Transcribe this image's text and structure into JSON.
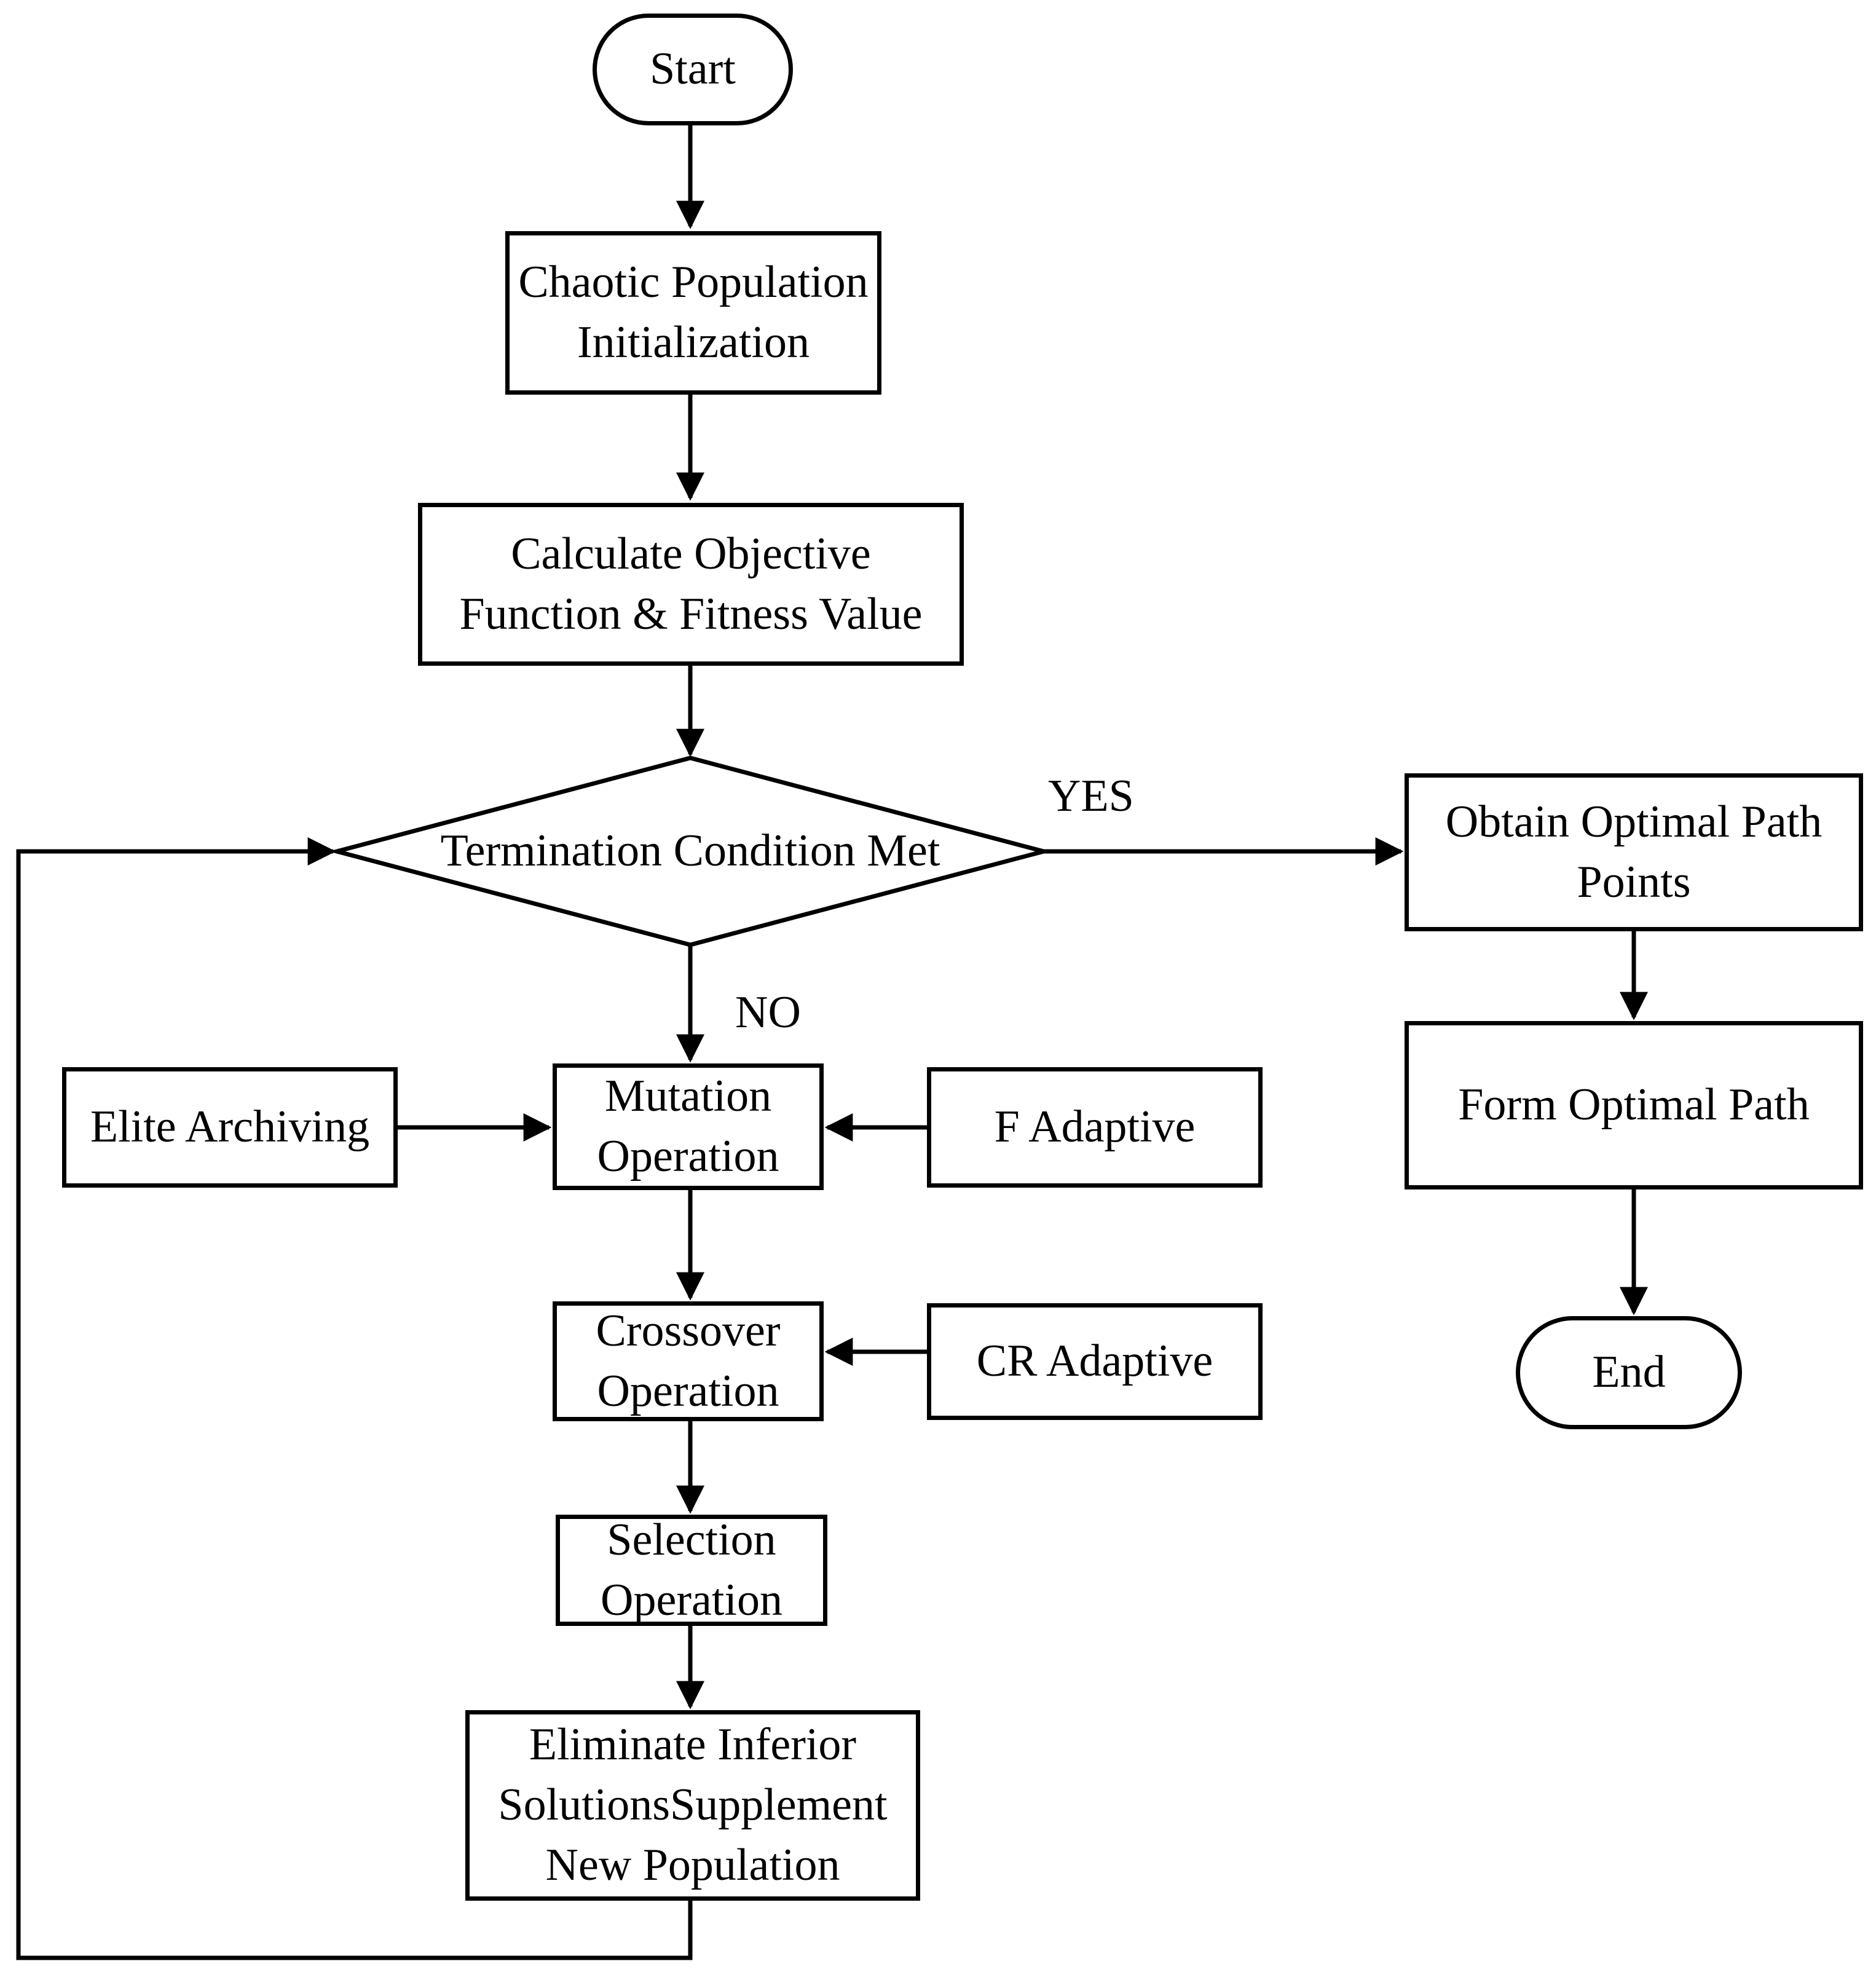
{
  "colors": {
    "background": "#ffffff",
    "stroke": "#000000",
    "text": "#000000"
  },
  "nodes": {
    "start": {
      "label": "Start",
      "type": "terminator"
    },
    "chaotic_init": {
      "label": "Chaotic Population\nInitialization",
      "type": "process"
    },
    "calc_fitness": {
      "label": "Calculate Objective\nFunction & Fitness Value",
      "type": "process"
    },
    "termination": {
      "label": "Termination Condition Met",
      "type": "decision"
    },
    "obtain_points": {
      "label": "Obtain Optimal Path\nPoints",
      "type": "process"
    },
    "form_path": {
      "label": "Form Optimal Path",
      "type": "process"
    },
    "end": {
      "label": "End",
      "type": "terminator"
    },
    "elite_archiving": {
      "label": "Elite Archiving",
      "type": "process"
    },
    "mutation": {
      "label": "Mutation\nOperation",
      "type": "process"
    },
    "f_adaptive": {
      "label": "F Adaptive",
      "type": "process"
    },
    "crossover": {
      "label": "Crossover\nOperation",
      "type": "process"
    },
    "cr_adaptive": {
      "label": "CR Adaptive",
      "type": "process"
    },
    "selection": {
      "label": "Selection\nOperation",
      "type": "process"
    },
    "eliminate": {
      "label": "Eliminate Inferior\nSolutionsSupplement\nNew Population",
      "type": "process"
    }
  },
  "edge_labels": {
    "yes": "YES",
    "no": "NO"
  }
}
